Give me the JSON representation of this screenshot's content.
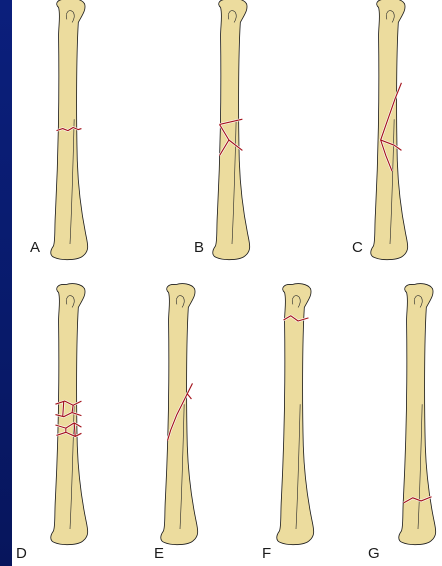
{
  "colors": {
    "background": "#0a1a6e",
    "bone_fill": "#ecdc9e",
    "fracture_line": "#a3121b",
    "outline": "#1d1d1d"
  },
  "figures": [
    {
      "label": "A"
    },
    {
      "label": "B"
    },
    {
      "label": "C"
    },
    {
      "label": "D"
    },
    {
      "label": "E"
    },
    {
      "label": "F"
    },
    {
      "label": "G"
    }
  ]
}
